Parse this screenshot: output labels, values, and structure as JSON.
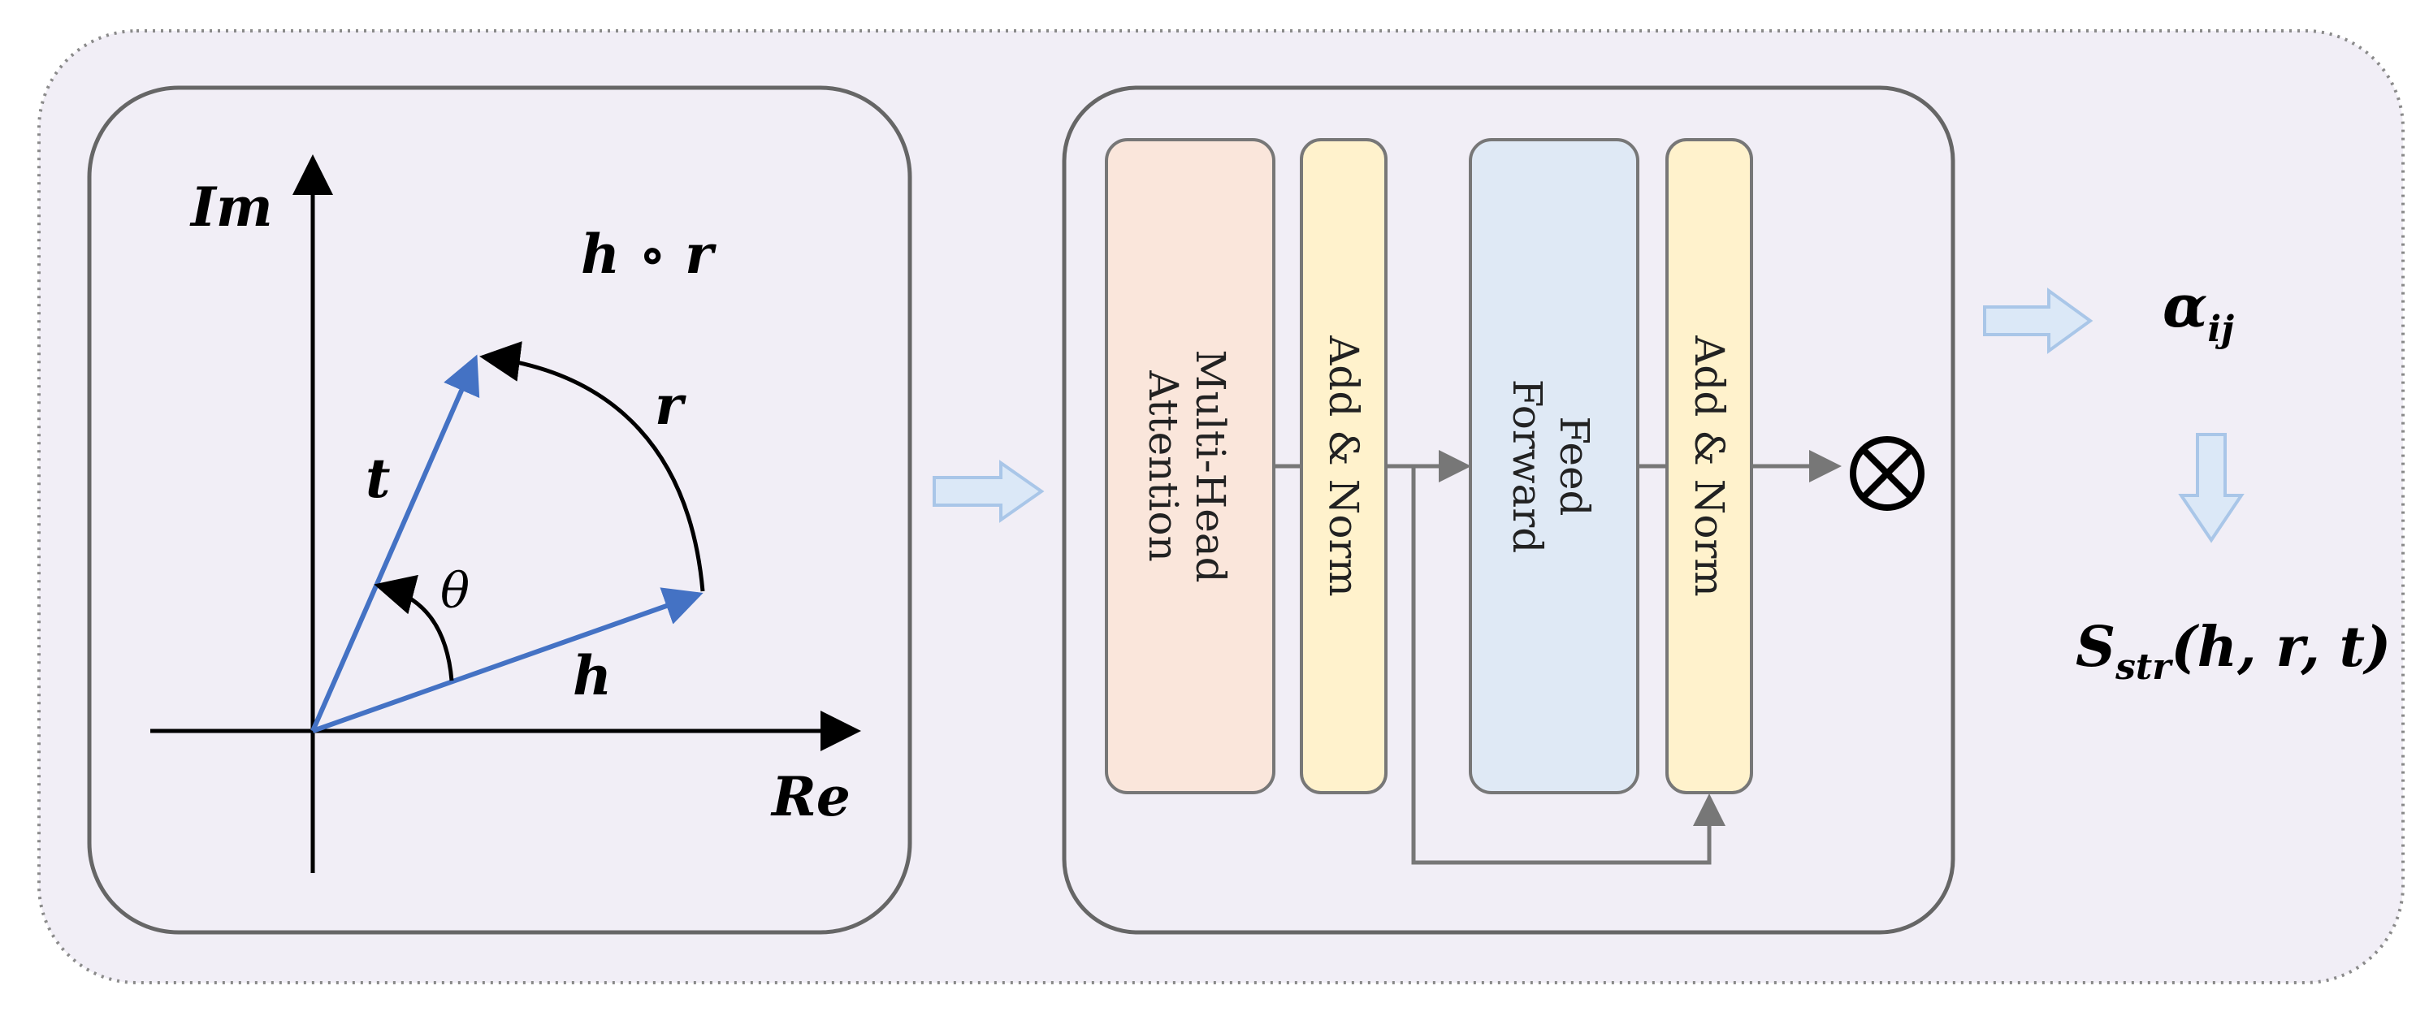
{
  "complex_plane": {
    "axis_imaginary": "Im",
    "axis_real": "Re",
    "expression": "h ∘ r",
    "vector_t": "t",
    "vector_h": "h",
    "rotation": "r",
    "angle": "θ"
  },
  "transformer": {
    "blocks": [
      {
        "lines": [
          "Multi-Head",
          "Attention"
        ],
        "fill": "#fae6db"
      },
      {
        "lines": [
          "Add & Norm"
        ],
        "fill": "#fff2cc"
      },
      {
        "lines": [
          "Feed",
          "Forward"
        ],
        "fill": "#dfe9f5"
      },
      {
        "lines": [
          "Add & Norm"
        ],
        "fill": "#fff2cc"
      }
    ],
    "operator": "⊗"
  },
  "outputs": {
    "attention_symbol": "α",
    "attention_sub": "ij",
    "score_symbol": "S",
    "score_sub": "str",
    "score_args": "(h, r, t)"
  },
  "colors": {
    "panel_bg": "#f1eef6",
    "vector": "#4472c4",
    "arrow_light": "#dbe8f7",
    "arrow_light_stroke": "#a9c6e8",
    "flow_line": "#777777"
  }
}
